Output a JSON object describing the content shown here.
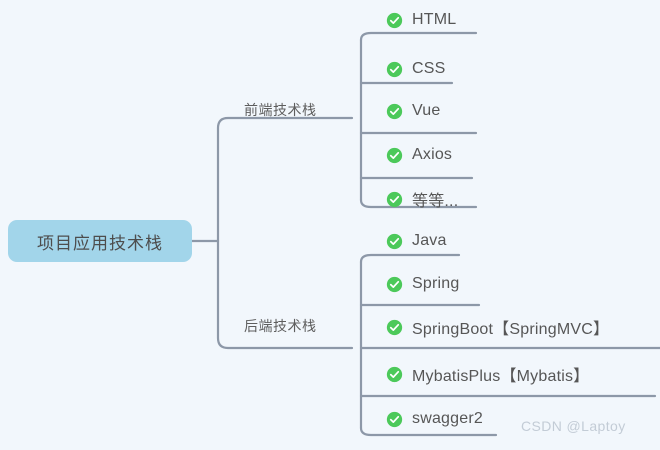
{
  "canvas": {
    "background": "#f2f7fc",
    "connector_color": "#8d98a8",
    "text_color": "#565656",
    "accent_color": "#4cc95a",
    "root_fill": "#a2d5ea"
  },
  "root": {
    "label": "项目应用技术栈"
  },
  "branches": [
    {
      "label": "前端技术栈",
      "leaves": [
        {
          "label": "HTML",
          "icon": "check-circle-icon"
        },
        {
          "label": "CSS",
          "icon": "check-circle-icon"
        },
        {
          "label": "Vue",
          "icon": "check-circle-icon"
        },
        {
          "label": "Axios",
          "icon": "check-circle-icon"
        },
        {
          "label": "等等...",
          "icon": "check-circle-icon"
        }
      ]
    },
    {
      "label": "后端技术栈",
      "leaves": [
        {
          "label": "Java",
          "icon": "check-circle-icon"
        },
        {
          "label": "Spring",
          "icon": "check-circle-icon"
        },
        {
          "label": "SpringBoot【SpringMVC】",
          "icon": "check-circle-icon"
        },
        {
          "label": "MybatisPlus【Mybatis】",
          "icon": "check-circle-icon"
        },
        {
          "label": "swagger2",
          "icon": "check-circle-icon"
        }
      ]
    }
  ],
  "watermark": {
    "text": "CSDN @Laptoy"
  }
}
